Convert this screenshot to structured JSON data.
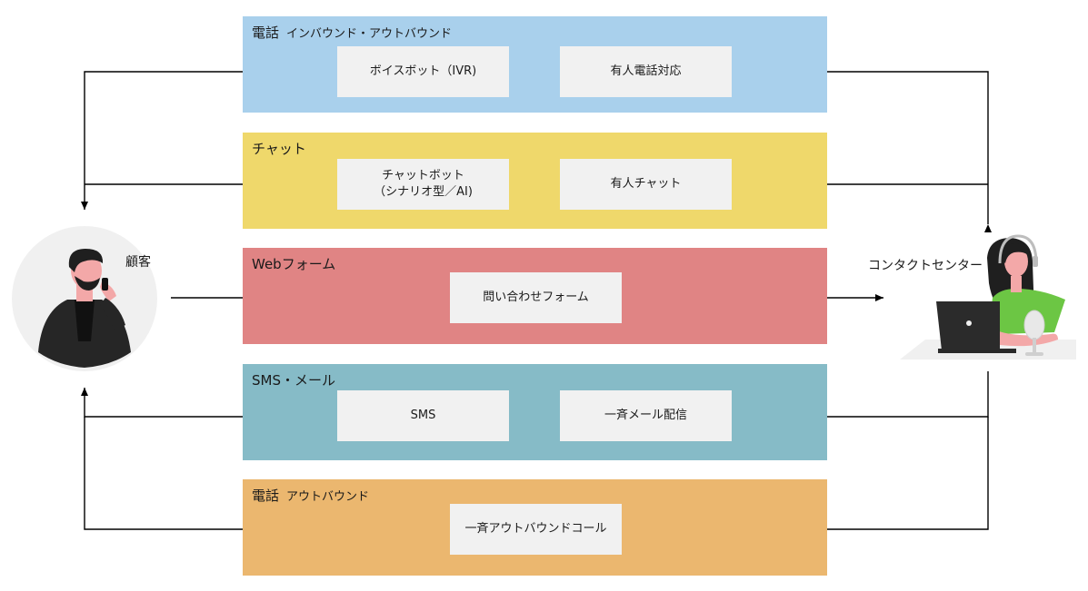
{
  "customer": {
    "label": "顧客"
  },
  "contact_center": {
    "label": "コンタクトセンター"
  },
  "channels": [
    {
      "title": "電話",
      "subtitle": "インバウンド・アウトバウンド",
      "color": "#a9d0ec",
      "boxes": [
        "ボイスボット（IVR)",
        "有人電話対応"
      ]
    },
    {
      "title": "チャット",
      "subtitle": "",
      "color": "#efd86b",
      "boxes": [
        "チャットボット\n（シナリオ型／AI)",
        "有人チャット"
      ]
    },
    {
      "title": "Webフォーム",
      "subtitle": "",
      "color": "#e08484",
      "boxes": [
        "問い合わせフォーム"
      ]
    },
    {
      "title": "SMS・メール",
      "subtitle": "",
      "color": "#86bbc7",
      "boxes": [
        "SMS",
        "一斉メール配信"
      ]
    },
    {
      "title": "電話",
      "subtitle": "アウトバウンド",
      "color": "#ebb76f",
      "boxes": [
        "一斉アウトバウンドコール"
      ]
    }
  ],
  "colors": {
    "connector": "#000000",
    "box_fill": "#f1f1f1",
    "skin": "#f3a8a8",
    "hair": "#1f1f1f",
    "jacket": "#262626",
    "agent_shirt": "#6cc644",
    "laptop": "#2b2b2b",
    "circle_bg": "#f0f0f0"
  }
}
